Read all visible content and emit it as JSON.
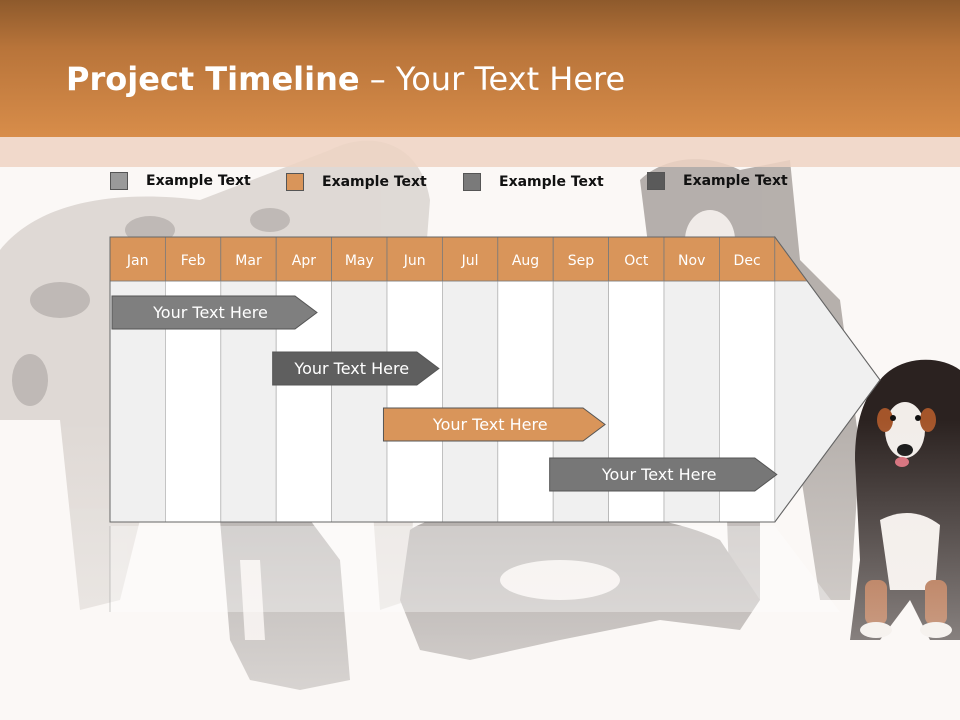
{
  "slide": {
    "title_bold": "Project Timeline",
    "title_rest": " – Your Text Here"
  },
  "legend": [
    {
      "label": "Example Text",
      "color": "#9a9a9a"
    },
    {
      "label": "Example Text",
      "color": "#d9955a"
    },
    {
      "label": "Example Text",
      "color": "#7a7a7a"
    },
    {
      "label": "Example Text",
      "color": "#5a5a5a"
    }
  ],
  "timeline": {
    "months": [
      "Jan",
      "Feb",
      "Mar",
      "Apr",
      "May",
      "Jun",
      "Jul",
      "Aug",
      "Sep",
      "Oct",
      "Nov",
      "Dec"
    ],
    "header_color": "#d9955a",
    "tasks": [
      {
        "label": "Your  Text Here",
        "start_month": 0.0,
        "end_month": 3.7,
        "color": "#7f7f7f"
      },
      {
        "label": "Your  Text Here",
        "start_month": 2.9,
        "end_month": 5.9,
        "color": "#5f5f5f"
      },
      {
        "label": "Your  Text Here",
        "start_month": 4.9,
        "end_month": 8.9,
        "color": "#d9955a"
      },
      {
        "label": "Your  Text Here",
        "start_month": 7.9,
        "end_month": 12.0,
        "color": "#777777"
      }
    ]
  }
}
